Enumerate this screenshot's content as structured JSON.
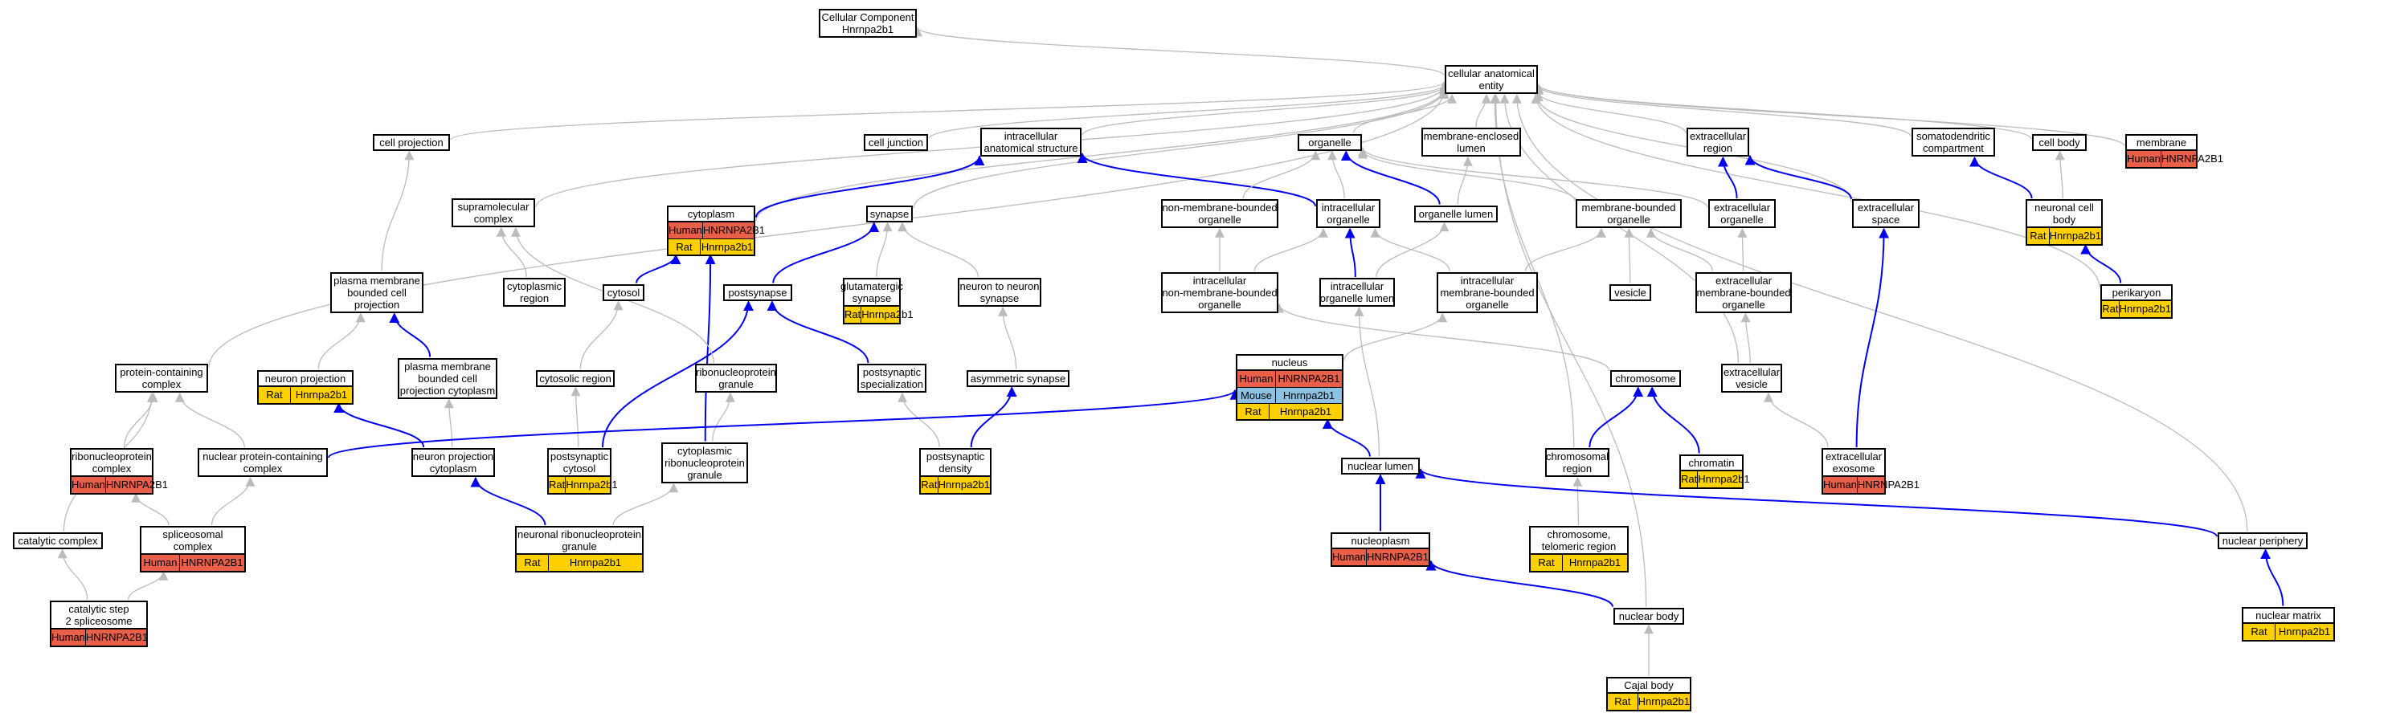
{
  "colors": {
    "human": "#e95f4a",
    "mouse": "#8fc1e3",
    "rat": "#ffd000",
    "is_a_edge": "#bbbbbb",
    "part_of_edge": "#0000ee"
  },
  "nodes": [
    {
      "id": "cc",
      "lines": [
        "Cellular Component",
        "Hnrnpa2b1"
      ]
    },
    {
      "id": "cae",
      "lines": [
        "cellular anatomical",
        "entity"
      ]
    },
    {
      "id": "cellproj",
      "lines": [
        "cell projection"
      ]
    },
    {
      "id": "celljunc",
      "lines": [
        "cell junction"
      ]
    },
    {
      "id": "ias",
      "lines": [
        "intracellular",
        "anatomical structure"
      ]
    },
    {
      "id": "organelle",
      "lines": [
        "organelle"
      ]
    },
    {
      "id": "mel",
      "lines": [
        "membrane-enclosed",
        "lumen"
      ]
    },
    {
      "id": "extreg",
      "lines": [
        "extracellular",
        "region"
      ]
    },
    {
      "id": "sdc",
      "lines": [
        "somatodendritic",
        "compartment"
      ]
    },
    {
      "id": "cellbody",
      "lines": [
        "cell body"
      ]
    },
    {
      "id": "membrane",
      "lines": [
        "membrane"
      ],
      "ann": [
        {
          "sp": "Human",
          "gene": "HNRNPA2B1"
        }
      ]
    },
    {
      "id": "supramol",
      "lines": [
        "supramolecular",
        "complex"
      ]
    },
    {
      "id": "cytoplasm",
      "lines": [
        "cytoplasm"
      ],
      "ann": [
        {
          "sp": "Human",
          "gene": "HNRNPA2B1"
        },
        {
          "sp": "Rat",
          "gene": "Hnrnpa2b1"
        }
      ]
    },
    {
      "id": "synapse",
      "lines": [
        "synapse"
      ]
    },
    {
      "id": "nmbo",
      "lines": [
        "non-membrane-bounded",
        "organelle"
      ]
    },
    {
      "id": "intorg",
      "lines": [
        "intracellular",
        "organelle"
      ]
    },
    {
      "id": "orglumen",
      "lines": [
        "organelle lumen"
      ]
    },
    {
      "id": "mbo",
      "lines": [
        "membrane-bounded",
        "organelle"
      ]
    },
    {
      "id": "extorg",
      "lines": [
        "extracellular",
        "organelle"
      ]
    },
    {
      "id": "extspace",
      "lines": [
        "extracellular",
        "space"
      ]
    },
    {
      "id": "ncb",
      "lines": [
        "neuronal cell",
        "body"
      ],
      "ann": [
        {
          "sp": "Rat",
          "gene": "Hnrnpa2b1"
        }
      ]
    },
    {
      "id": "pmbcp",
      "lines": [
        "plasma membrane",
        "bounded cell",
        "projection"
      ]
    },
    {
      "id": "cytreg",
      "lines": [
        "cytoplasmic",
        "region"
      ]
    },
    {
      "id": "cytosol",
      "lines": [
        "cytosol"
      ]
    },
    {
      "id": "postsyn",
      "lines": [
        "postsynapse"
      ]
    },
    {
      "id": "glusyn",
      "lines": [
        "glutamatergic",
        "synapse"
      ],
      "ann": [
        {
          "sp": "Rat",
          "gene": "Hnrnpa2b1"
        }
      ]
    },
    {
      "id": "n2n",
      "lines": [
        "neuron to neuron",
        "synapse"
      ]
    },
    {
      "id": "inmbo",
      "lines": [
        "intracellular",
        "non-membrane-bounded",
        "organelle"
      ]
    },
    {
      "id": "intorglumen",
      "lines": [
        "intracellular",
        "organelle lumen"
      ]
    },
    {
      "id": "imbo",
      "lines": [
        "intracellular",
        "membrane-bounded",
        "organelle"
      ]
    },
    {
      "id": "vesicle",
      "lines": [
        "vesicle"
      ]
    },
    {
      "id": "embo",
      "lines": [
        "extracellular",
        "membrane-bounded",
        "organelle"
      ]
    },
    {
      "id": "perikaryon",
      "lines": [
        "perikaryon"
      ],
      "ann": [
        {
          "sp": "Rat",
          "gene": "Hnrnpa2b1"
        }
      ]
    },
    {
      "id": "pcc",
      "lines": [
        "protein-containing",
        "complex"
      ]
    },
    {
      "id": "neuronproj",
      "lines": [
        "neuron projection"
      ],
      "ann": [
        {
          "sp": "Rat",
          "gene": "Hnrnpa2b1"
        }
      ]
    },
    {
      "id": "pmbcpc",
      "lines": [
        "plasma membrane",
        "bounded cell",
        "projection cytoplasm"
      ]
    },
    {
      "id": "cytosolreg",
      "lines": [
        "cytosolic region"
      ]
    },
    {
      "id": "rnpgran",
      "lines": [
        "ribonucleoprotein",
        "granule"
      ]
    },
    {
      "id": "postsynspec",
      "lines": [
        "postsynaptic",
        "specialization"
      ]
    },
    {
      "id": "asymsyn",
      "lines": [
        "asymmetric synapse"
      ]
    },
    {
      "id": "nucleus",
      "lines": [
        "nucleus"
      ],
      "ann": [
        {
          "sp": "Human",
          "gene": "HNRNPA2B1"
        },
        {
          "sp": "Mouse",
          "gene": "Hnrnpa2b1"
        },
        {
          "sp": "Rat",
          "gene": "Hnrnpa2b1"
        }
      ]
    },
    {
      "id": "chromosome",
      "lines": [
        "chromosome"
      ]
    },
    {
      "id": "extves",
      "lines": [
        "extracellular",
        "vesicle"
      ]
    },
    {
      "id": "rnpc",
      "lines": [
        "ribonucleoprotein",
        "complex"
      ],
      "ann": [
        {
          "sp": "Human",
          "gene": "HNRNPA2B1"
        }
      ]
    },
    {
      "id": "npcc",
      "lines": [
        "nuclear protein-containing",
        "complex"
      ]
    },
    {
      "id": "npcyt",
      "lines": [
        "neuron projection",
        "cytoplasm"
      ]
    },
    {
      "id": "psc",
      "lines": [
        "postsynaptic",
        "cytosol"
      ],
      "ann": [
        {
          "sp": "Rat",
          "gene": "Hnrnpa2b1"
        }
      ]
    },
    {
      "id": "crnpg",
      "lines": [
        "cytoplasmic",
        "ribonucleoprotein",
        "granule"
      ]
    },
    {
      "id": "psd",
      "lines": [
        "postsynaptic",
        "density"
      ],
      "ann": [
        {
          "sp": "Rat",
          "gene": "Hnrnpa2b1"
        }
      ]
    },
    {
      "id": "nuclumen",
      "lines": [
        "nuclear lumen"
      ]
    },
    {
      "id": "chromreg",
      "lines": [
        "chromosomal",
        "region"
      ]
    },
    {
      "id": "chromatin",
      "lines": [
        "chromatin"
      ],
      "ann": [
        {
          "sp": "Rat",
          "gene": "Hnrnpa2b1"
        }
      ]
    },
    {
      "id": "exosome",
      "lines": [
        "extracellular",
        "exosome"
      ],
      "ann": [
        {
          "sp": "Human",
          "gene": "HNRNPA2B1"
        }
      ]
    },
    {
      "id": "catcomp",
      "lines": [
        "catalytic complex"
      ]
    },
    {
      "id": "splic",
      "lines": [
        "spliceosomal",
        "complex"
      ],
      "ann": [
        {
          "sp": "Human",
          "gene": "HNRNPA2B1"
        }
      ]
    },
    {
      "id": "nrnpg",
      "lines": [
        "neuronal ribonucleoprotein",
        "granule"
      ],
      "ann": [
        {
          "sp": "Rat",
          "gene": "Hnrnpa2b1"
        }
      ]
    },
    {
      "id": "nucleoplasm",
      "lines": [
        "nucleoplasm"
      ],
      "ann": [
        {
          "sp": "Human",
          "gene": "HNRNPA2B1"
        }
      ]
    },
    {
      "id": "telo",
      "lines": [
        "chromosome,",
        "telomeric region"
      ],
      "ann": [
        {
          "sp": "Rat",
          "gene": "Hnrnpa2b1"
        }
      ]
    },
    {
      "id": "nucperiph",
      "lines": [
        "nuclear periphery"
      ]
    },
    {
      "id": "catstep2",
      "lines": [
        "catalytic step",
        "2 spliceosome"
      ],
      "ann": [
        {
          "sp": "Human",
          "gene": "HNRNPA2B1"
        }
      ]
    },
    {
      "id": "nucbody",
      "lines": [
        "nuclear body"
      ]
    },
    {
      "id": "nucmatrix",
      "lines": [
        "nuclear matrix"
      ],
      "ann": [
        {
          "sp": "Rat",
          "gene": "Hnrnpa2b1"
        }
      ]
    },
    {
      "id": "cajal",
      "lines": [
        "Cajal body"
      ],
      "ann": [
        {
          "sp": "Rat",
          "gene": "Hnrnpa2b1"
        }
      ]
    }
  ],
  "edges": [
    {
      "from": "cae",
      "to": "cc",
      "type": "is_a"
    },
    {
      "from": "cellproj",
      "to": "cae",
      "type": "is_a"
    },
    {
      "from": "celljunc",
      "to": "cae",
      "type": "is_a"
    },
    {
      "from": "ias",
      "to": "cae",
      "type": "is_a"
    },
    {
      "from": "organelle",
      "to": "cae",
      "type": "is_a"
    },
    {
      "from": "mel",
      "to": "cae",
      "type": "is_a"
    },
    {
      "from": "extreg",
      "to": "cae",
      "type": "is_a"
    },
    {
      "from": "sdc",
      "to": "cae",
      "type": "is_a"
    },
    {
      "from": "cellbody",
      "to": "cae",
      "type": "is_a"
    },
    {
      "from": "membrane",
      "to": "cae",
      "type": "is_a"
    },
    {
      "from": "supramol",
      "to": "cae",
      "type": "is_a"
    },
    {
      "from": "cytoplasm",
      "to": "cae",
      "type": "is_a"
    },
    {
      "from": "synapse",
      "to": "cae",
      "type": "is_a"
    },
    {
      "from": "pcc",
      "to": "cae",
      "type": "is_a"
    },
    {
      "from": "chromreg",
      "to": "cae",
      "type": "is_a"
    },
    {
      "from": "nucbody",
      "to": "cae",
      "type": "is_a"
    },
    {
      "from": "nucperiph",
      "to": "cae",
      "type": "is_a"
    },
    {
      "from": "extspace",
      "to": "cae",
      "type": "is_a"
    },
    {
      "from": "extves",
      "to": "cae",
      "type": "is_a"
    },
    {
      "from": "perikaryon",
      "to": "cae",
      "type": "is_a"
    },
    {
      "from": "cytoplasm",
      "to": "ias",
      "type": "part_of"
    },
    {
      "from": "intorg",
      "to": "ias",
      "type": "part_of"
    },
    {
      "from": "nmbo",
      "to": "organelle",
      "type": "is_a"
    },
    {
      "from": "intorg",
      "to": "organelle",
      "type": "is_a"
    },
    {
      "from": "mbo",
      "to": "organelle",
      "type": "is_a"
    },
    {
      "from": "extorg",
      "to": "organelle",
      "type": "is_a"
    },
    {
      "from": "orglumen",
      "to": "organelle",
      "type": "part_of"
    },
    {
      "from": "orglumen",
      "to": "mel",
      "type": "is_a"
    },
    {
      "from": "extorg",
      "to": "extreg",
      "type": "part_of"
    },
    {
      "from": "extspace",
      "to": "extreg",
      "type": "part_of"
    },
    {
      "from": "ncb",
      "to": "sdc",
      "type": "part_of"
    },
    {
      "from": "ncb",
      "to": "cellbody",
      "type": "is_a"
    },
    {
      "from": "pmbcp",
      "to": "cellproj",
      "type": "is_a"
    },
    {
      "from": "cytosol",
      "to": "cytoplasm",
      "type": "part_of"
    },
    {
      "from": "postsyn",
      "to": "synapse",
      "type": "part_of"
    },
    {
      "from": "glusyn",
      "to": "synapse",
      "type": "is_a"
    },
    {
      "from": "n2n",
      "to": "synapse",
      "type": "is_a"
    },
    {
      "from": "inmbo",
      "to": "nmbo",
      "type": "is_a"
    },
    {
      "from": "inmbo",
      "to": "intorg",
      "type": "is_a"
    },
    {
      "from": "intorglumen",
      "to": "intorg",
      "type": "part_of"
    },
    {
      "from": "intorglumen",
      "to": "orglumen",
      "type": "is_a"
    },
    {
      "from": "imbo",
      "to": "intorg",
      "type": "is_a"
    },
    {
      "from": "imbo",
      "to": "mbo",
      "type": "is_a"
    },
    {
      "from": "vesicle",
      "to": "mbo",
      "type": "is_a"
    },
    {
      "from": "embo",
      "to": "mbo",
      "type": "is_a"
    },
    {
      "from": "embo",
      "to": "extorg",
      "type": "is_a"
    },
    {
      "from": "exosome",
      "to": "extspace",
      "type": "part_of"
    },
    {
      "from": "perikaryon",
      "to": "ncb",
      "type": "part_of"
    },
    {
      "from": "cytreg",
      "to": "supramol",
      "type": "is_a"
    },
    {
      "from": "pmbcpc",
      "to": "pmbcp",
      "type": "part_of"
    },
    {
      "from": "neuronproj",
      "to": "pmbcp",
      "type": "is_a"
    },
    {
      "from": "cytosolreg",
      "to": "cytosol",
      "type": "is_a"
    },
    {
      "from": "postsynspec",
      "to": "postsyn",
      "type": "part_of"
    },
    {
      "from": "psc",
      "to": "postsyn",
      "type": "part_of"
    },
    {
      "from": "asymsyn",
      "to": "n2n",
      "type": "is_a"
    },
    {
      "from": "npcyt",
      "to": "neuronproj",
      "type": "part_of"
    },
    {
      "from": "npcyt",
      "to": "pmbcpc",
      "type": "is_a"
    },
    {
      "from": "psc",
      "to": "cytosolreg",
      "type": "is_a"
    },
    {
      "from": "crnpg",
      "to": "rnpgran",
      "type": "is_a"
    },
    {
      "from": "crnpg",
      "to": "cytoplasm",
      "type": "part_of"
    },
    {
      "from": "psd",
      "to": "postsynspec",
      "type": "is_a"
    },
    {
      "from": "psd",
      "to": "asymsyn",
      "type": "part_of"
    },
    {
      "from": "nucleus",
      "to": "imbo",
      "type": "is_a"
    },
    {
      "from": "chromosome",
      "to": "inmbo",
      "type": "is_a"
    },
    {
      "from": "extves",
      "to": "embo",
      "type": "is_a"
    },
    {
      "from": "rnpc",
      "to": "pcc",
      "type": "is_a"
    },
    {
      "from": "npcc",
      "to": "pcc",
      "type": "is_a"
    },
    {
      "from": "npcc",
      "to": "nucleus",
      "type": "part_of"
    },
    {
      "from": "nuclumen",
      "to": "nucleus",
      "type": "part_of"
    },
    {
      "from": "nuclumen",
      "to": "intorglumen",
      "type": "is_a"
    },
    {
      "from": "chromreg",
      "to": "chromosome",
      "type": "part_of"
    },
    {
      "from": "chromatin",
      "to": "chromosome",
      "type": "part_of"
    },
    {
      "from": "exosome",
      "to": "extves",
      "type": "is_a"
    },
    {
      "from": "catcomp",
      "to": "pcc",
      "type": "is_a"
    },
    {
      "from": "splic",
      "to": "rnpc",
      "type": "is_a"
    },
    {
      "from": "splic",
      "to": "npcc",
      "type": "is_a"
    },
    {
      "from": "nrnpg",
      "to": "npcyt",
      "type": "part_of"
    },
    {
      "from": "nrnpg",
      "to": "crnpg",
      "type": "is_a"
    },
    {
      "from": "nucleoplasm",
      "to": "nuclumen",
      "type": "part_of"
    },
    {
      "from": "telo",
      "to": "chromreg",
      "type": "is_a"
    },
    {
      "from": "nucperiph",
      "to": "nuclumen",
      "type": "part_of"
    },
    {
      "from": "catstep2",
      "to": "catcomp",
      "type": "is_a"
    },
    {
      "from": "catstep2",
      "to": "splic",
      "type": "is_a"
    },
    {
      "from": "nucbody",
      "to": "nucleoplasm",
      "type": "part_of"
    },
    {
      "from": "nucmatrix",
      "to": "nucperiph",
      "type": "part_of"
    },
    {
      "from": "cajal",
      "to": "nucbody",
      "type": "is_a"
    },
    {
      "from": "rnpgran",
      "to": "supramol",
      "type": "is_a"
    }
  ]
}
